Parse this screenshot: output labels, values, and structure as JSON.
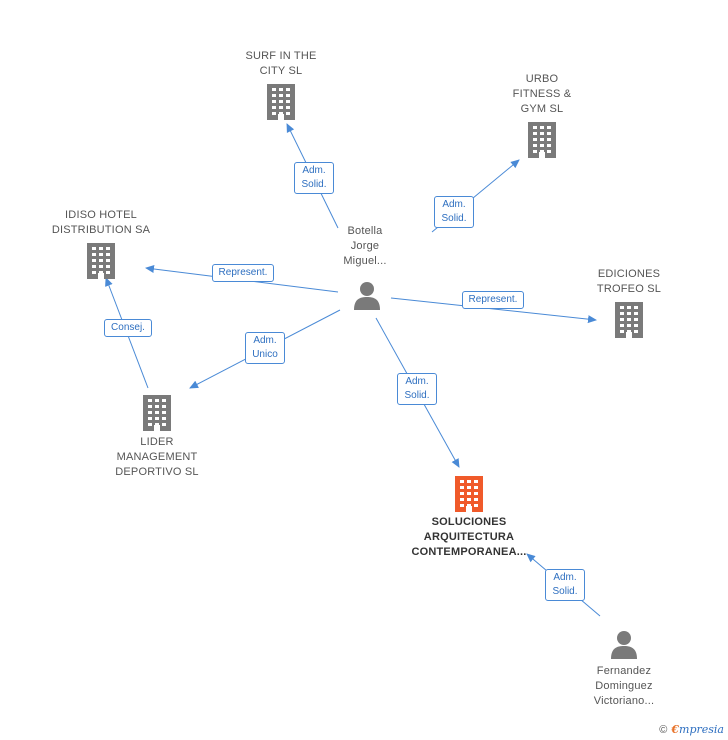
{
  "colors": {
    "edge": "#4a8ad6",
    "company_icon": "#7a7a7a",
    "company_main_icon": "#f05a2a",
    "person_icon": "#7a7a7a"
  },
  "nodes": [
    {
      "id": "surf",
      "type": "company",
      "icon": "building-icon",
      "lines": [
        "SURF IN THE",
        "CITY  SL"
      ]
    },
    {
      "id": "urbo",
      "type": "company",
      "icon": "building-icon",
      "lines": [
        "URBO",
        "FITNESS &",
        "GYM SL"
      ]
    },
    {
      "id": "idiso",
      "type": "company",
      "icon": "building-icon",
      "lines": [
        "IDISO HOTEL",
        "DISTRIBUTION SA"
      ]
    },
    {
      "id": "ediciones",
      "type": "company",
      "icon": "building-icon",
      "lines": [
        "EDICIONES",
        "TROFEO  SL"
      ]
    },
    {
      "id": "lider",
      "type": "company",
      "icon": "building-icon",
      "lines": [
        "LIDER",
        "MANAGEMENT",
        "DEPORTIVO SL"
      ]
    },
    {
      "id": "soluciones",
      "type": "company-main",
      "icon": "building-icon",
      "lines": [
        "SOLUCIONES",
        "ARQUITECTURA",
        "CONTEMPORANEA..."
      ]
    },
    {
      "id": "botella",
      "type": "person",
      "icon": "person-icon",
      "lines": [
        "Botella",
        "Jorge",
        "Miguel..."
      ]
    },
    {
      "id": "fernandez",
      "type": "person",
      "icon": "person-icon",
      "lines": [
        "Fernandez",
        "Dominguez",
        "Victoriano..."
      ]
    }
  ],
  "edges": [
    {
      "id": "e1",
      "from": "botella",
      "to": "surf",
      "label": [
        "Adm.",
        "Solid."
      ]
    },
    {
      "id": "e2",
      "from": "botella",
      "to": "urbo",
      "label": [
        "Adm.",
        "Solid."
      ]
    },
    {
      "id": "e3",
      "from": "botella",
      "to": "idiso",
      "label": [
        "Represent."
      ]
    },
    {
      "id": "e4",
      "from": "botella",
      "to": "ediciones",
      "label": [
        "Represent."
      ]
    },
    {
      "id": "e5",
      "from": "botella",
      "to": "lider",
      "label": [
        "Adm.",
        "Unico"
      ]
    },
    {
      "id": "e6",
      "from": "botella",
      "to": "soluciones",
      "label": [
        "Adm.",
        "Solid."
      ]
    },
    {
      "id": "e7",
      "from": "lider",
      "to": "idiso",
      "label": [
        "Consej."
      ]
    },
    {
      "id": "e8",
      "from": "fernandez",
      "to": "soluciones",
      "label": [
        "Adm.",
        "Solid."
      ]
    }
  ],
  "footer": {
    "copyright": "©",
    "brand_initial": "€",
    "brand_rest": "mpresia"
  }
}
